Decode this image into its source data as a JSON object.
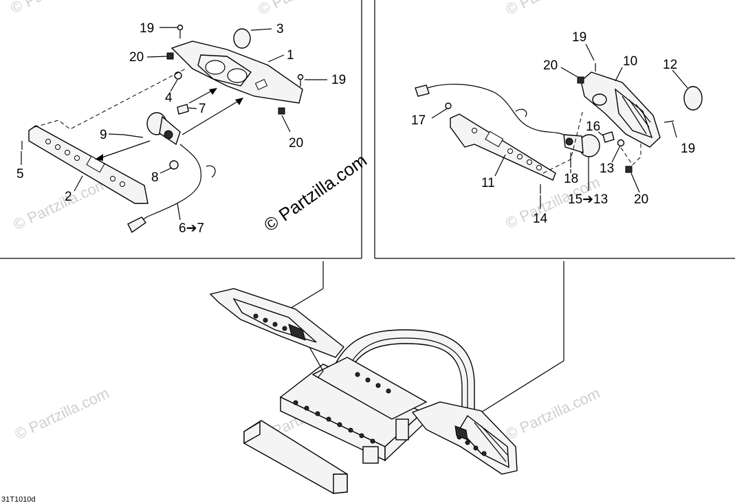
{
  "watermark_main": "© Partzilla.com",
  "watermark_faint": "© Partzilla.com",
  "drawing_code": "31T1010d",
  "callouts_left": {
    "c19a": "19",
    "c3": "3",
    "c20a": "20",
    "c1": "1",
    "c4": "4",
    "c19b": "19",
    "c7": "7",
    "c9": "9",
    "c20b": "20",
    "c5": "5",
    "c8": "8",
    "c2": "2",
    "c6": "6➔7"
  },
  "callouts_right": {
    "c19a": "19",
    "c20a": "20",
    "c10": "10",
    "c12": "12",
    "c17": "17",
    "c16": "16",
    "c19b": "19",
    "c13": "13",
    "c11": "11",
    "c18": "18",
    "c15": "15➔13",
    "c20b": "20",
    "c14": "14"
  }
}
